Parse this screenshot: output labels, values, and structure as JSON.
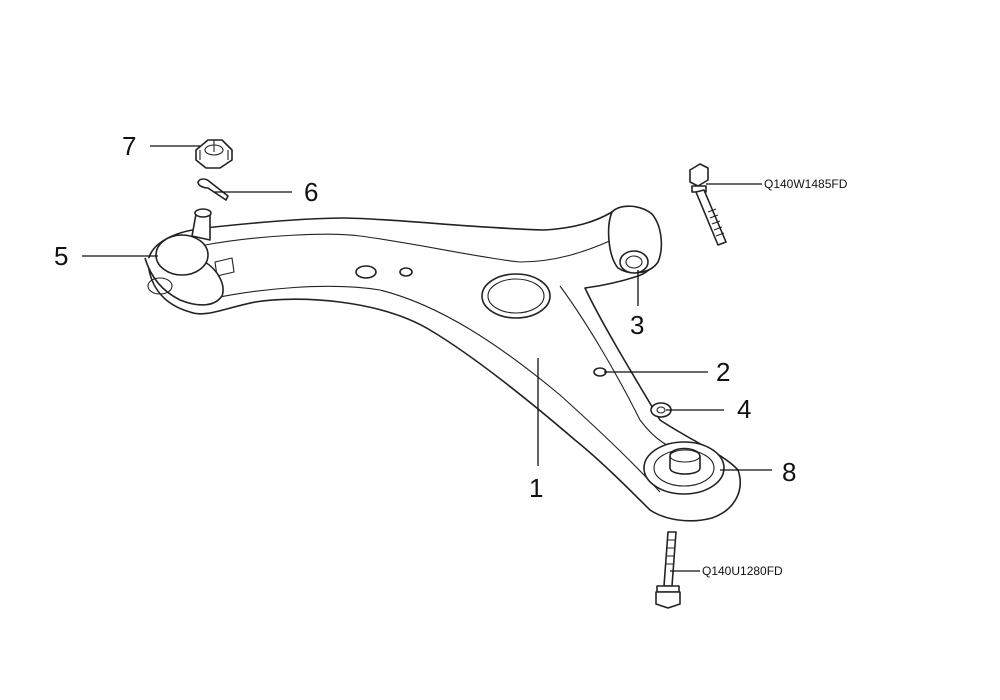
{
  "callouts": {
    "c1": "1",
    "c2": "2",
    "c3": "3",
    "c4": "4",
    "c5": "5",
    "c6": "6",
    "c7": "7",
    "c8": "8"
  },
  "part_codes": {
    "upper_bolt": "Q140W1485FD",
    "lower_bolt": "Q140U1280FD"
  }
}
